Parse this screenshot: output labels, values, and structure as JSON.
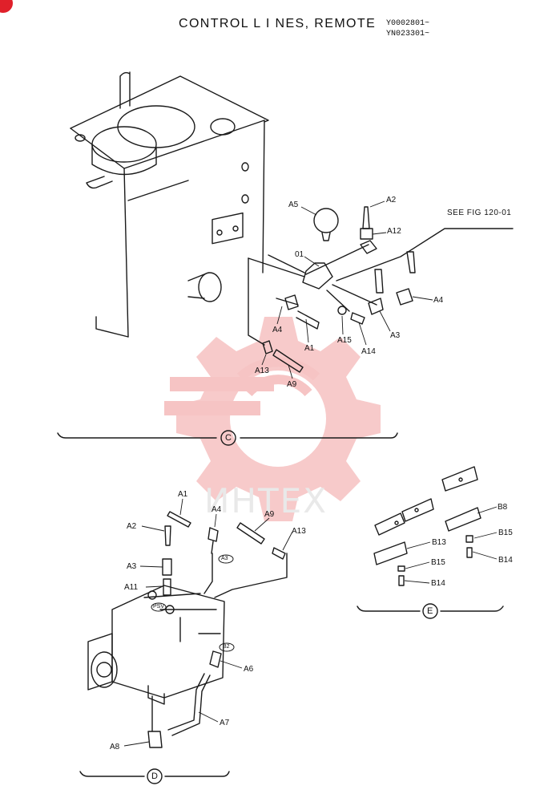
{
  "title": "CONTROL L I NES, REMOTE",
  "serials": [
    "Y0002801~",
    "YN023301~"
  ],
  "see_fig": "SEE FIG 120-01",
  "watermark": "ИНТЕХ",
  "views": {
    "c": "C",
    "d": "D",
    "e": "E"
  },
  "labels_c": {
    "a5": "A5",
    "a2": "A2",
    "a12": "A12",
    "o1": "01",
    "a4_right": "A4",
    "a4_left": "A4",
    "a1": "A1",
    "a15": "A15",
    "a14": "A14",
    "a3": "A3",
    "a13": "A13",
    "a9": "A9"
  },
  "labels_d": {
    "a1": "A1",
    "a4": "A4",
    "a9": "A9",
    "a13": "A13",
    "a2": "A2",
    "a3": "A3",
    "a3_circ": "A3",
    "a11": "A11",
    "psv": "PSV",
    "b2": "B2",
    "a6": "A6",
    "a7": "A7",
    "a8": "A8"
  },
  "labels_e": {
    "b8": "B8",
    "b15_right": "B15",
    "b14_right": "B14",
    "b13": "B13",
    "b15_left": "B15",
    "b14_left": "B14"
  },
  "colors": {
    "line": "#1a1a1a",
    "watermark": "#f4b8b8",
    "corner": "#e0202a"
  }
}
